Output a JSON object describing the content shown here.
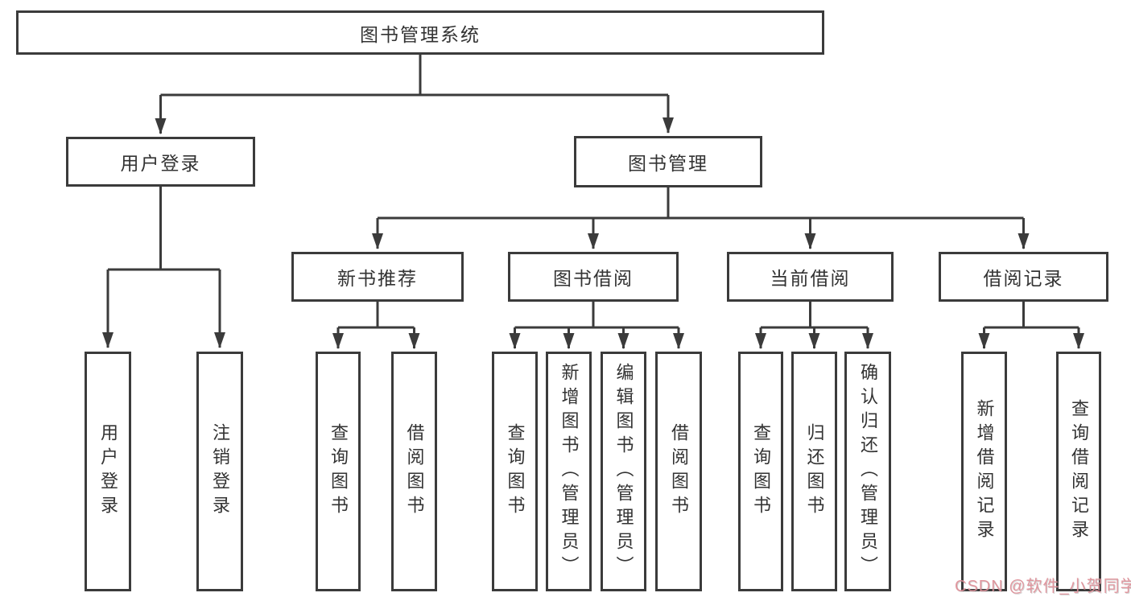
{
  "diagram": {
    "colors": {
      "line": "#3b3b3b",
      "text": "#333333",
      "background": "#ffffff",
      "watermark_pink": "#e08f98"
    },
    "nodes": {
      "root": {
        "label": "图书管理系统"
      },
      "user_login": {
        "label": "用户登录"
      },
      "book_mgmt": {
        "label": "图书管理"
      },
      "groups": [
        {
          "label": "新书推荐"
        },
        {
          "label": "图书借阅"
        },
        {
          "label": "当前借阅"
        },
        {
          "label": "借阅记录"
        }
      ],
      "leaves": [
        {
          "label": "用户登录",
          "parent": "用户登录"
        },
        {
          "label": "注销登录",
          "parent": "用户登录"
        },
        {
          "label": "查询图书",
          "parent": "新书推荐"
        },
        {
          "label": "借阅图书",
          "parent": "新书推荐"
        },
        {
          "label": "查询图书",
          "parent": "图书借阅"
        },
        {
          "label": "新增图书（管理员）",
          "parent": "图书借阅"
        },
        {
          "label": "编辑图书（管理员）",
          "parent": "图书借阅"
        },
        {
          "label": "借阅图书",
          "parent": "图书借阅"
        },
        {
          "label": "查询图书",
          "parent": "当前借阅"
        },
        {
          "label": "归还图书",
          "parent": "当前借阅"
        },
        {
          "label": "确认归还（管理员）",
          "parent": "当前借阅"
        },
        {
          "label": "新增借阅记录",
          "parent": "借阅记录"
        },
        {
          "label": "查询借阅记录",
          "parent": "借阅记录"
        }
      ]
    },
    "watermark": {
      "text": "CSDN @软件_小贺同学"
    }
  }
}
